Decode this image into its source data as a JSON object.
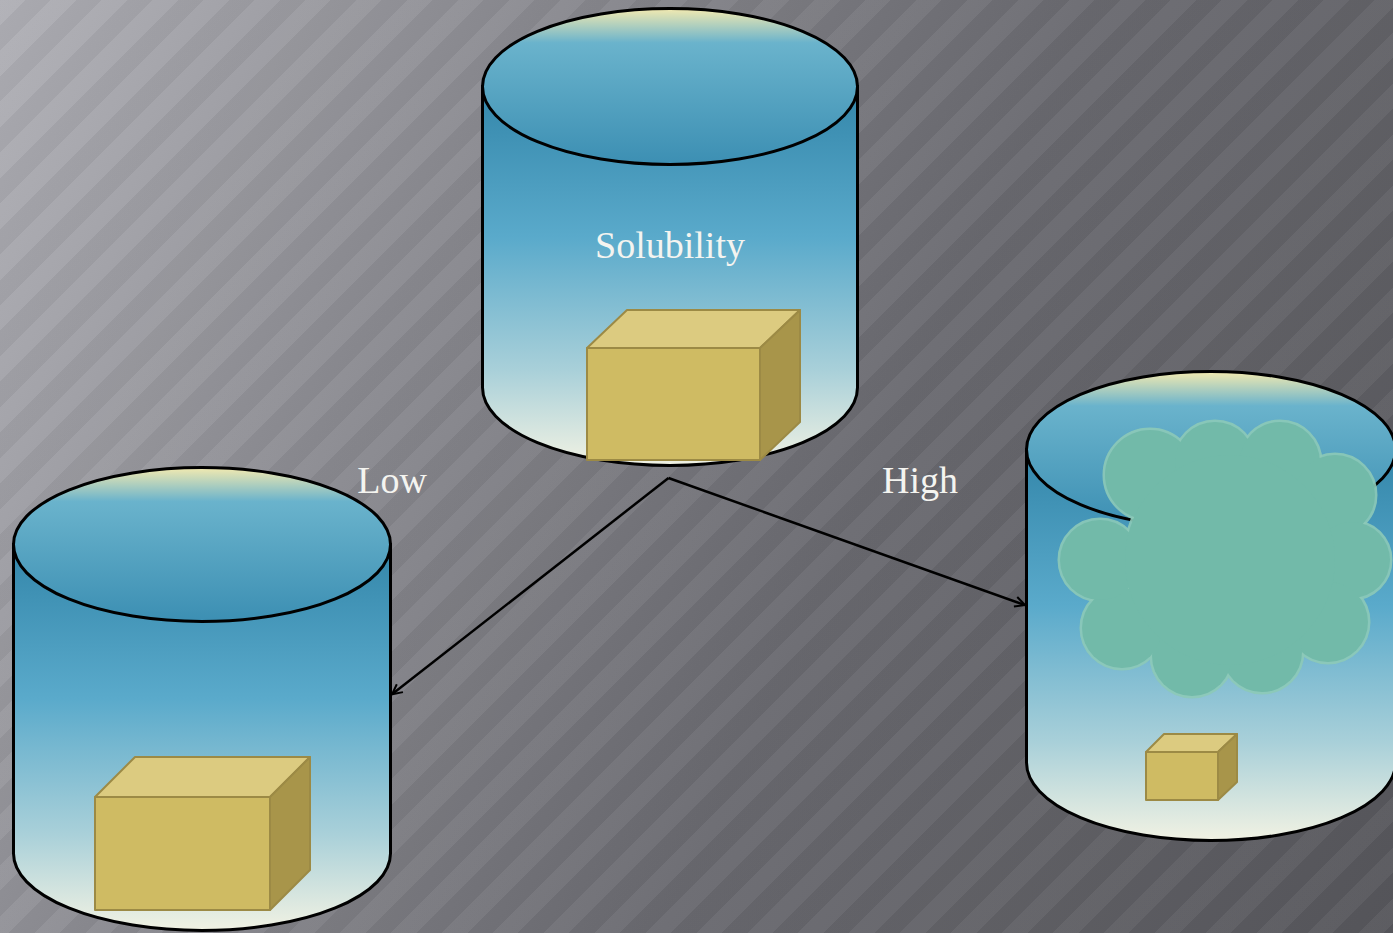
{
  "diagram": {
    "nodes": [
      {
        "text": [
          "Solubility"
        ]
      },
      {
        "text": []
      },
      {
        "text": []
      }
    ],
    "edges": [
      {
        "from": 0,
        "to": 1,
        "label": "Low",
        "arrow": "to"
      },
      {
        "from": 0,
        "to": 2,
        "label": "High",
        "arrow": "to"
      }
    ]
  }
}
